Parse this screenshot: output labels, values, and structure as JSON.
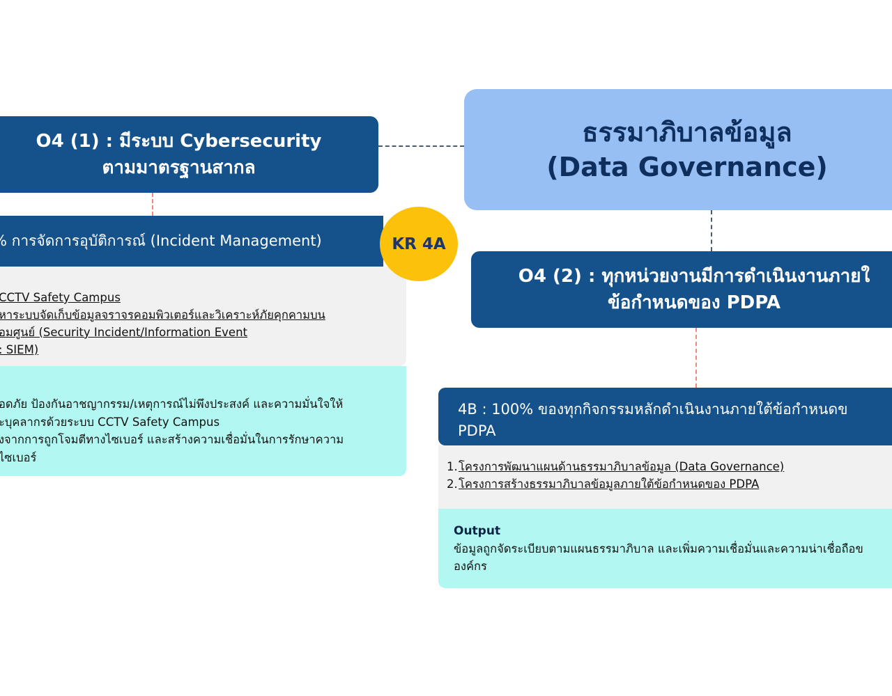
{
  "objective_1": {
    "lines": [
      "O4 (1) : มีระบบ Cybersecurity",
      "ตามมาตรฐานสากล"
    ]
  },
  "main_title": {
    "lines": [
      "ธรรมาภิบาลข้อมูล",
      "(Data Governance)"
    ]
  },
  "kr_4a": {
    "header": "% การจัดการอุบัติการณ์ (Incident Management)",
    "badge": "KR 4A",
    "projects": [
      "CCTV Safety Campus",
      "หาระบบจัดเก็บข้อมูลจราจรคอมพิวเตอร์และวิเคราะห์ภัยคุกคามบน",
      "อมศูนย์ (Security Incident/Information Event",
      ": SIEM)"
    ],
    "output_lines": [
      "อดภัย ป้องกันอาชญากรรม/เหตุการณ์ไม่พึงประสงค์ และความมั่นใจให้",
      "ะบุคลากรด้วยระบบ CCTV Safety Campus",
      "งจากการถูกโจมตีทางไซเบอร์ และสร้างความเชื่อมั่นในการรักษาความ",
      "ไซเบอร์"
    ]
  },
  "objective_2": {
    "lines": [
      "O4 (2) : ทุกหน่วยงานมีการดำเนินงานภายใ",
      "ข้อกำหนดของ PDPA"
    ]
  },
  "kr_4b": {
    "header_lines": [
      "4B : 100% ของทุกกิจกรรมหลักดำเนินงานภายใต้ข้อกำหนดข",
      "PDPA"
    ],
    "projects": [
      {
        "num": "1.",
        "text": "โครงการพัฒนาแผนด้านธรรมาภิบาลข้อมูล (Data Governance)"
      },
      {
        "num": "2.",
        "text": "โครงการสร้างธรรมาภิบาลข้อมูลภายใต้ข้อกำหนดของ PDPA "
      }
    ],
    "output_label": "Output",
    "output_lines": [
      "ข้อมูลถูกจัดระเบียบตามแผนธรรมาภิบาล และเพิ่มความเชื่อมั่นและความน่าเชื่อถือข",
      "องค์กร"
    ]
  },
  "colors": {
    "dark_blue": "#15518a",
    "light_blue": "#97bff3",
    "badge_yellow": "#fcc10a",
    "output_cyan": "#b2f7f1",
    "project_gray": "#f1f1f1",
    "connector_dark": "#4a5a70",
    "connector_red": "#f08a7e"
  }
}
